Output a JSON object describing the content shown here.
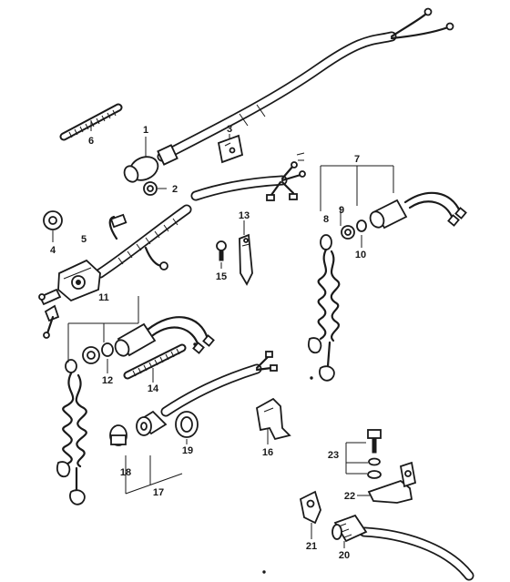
{
  "callouts": {
    "c1": "1",
    "c2": "2",
    "c3": "3",
    "c4": "4",
    "c5": "5",
    "c6": "6",
    "c7": "7",
    "c8": "8",
    "c9": "9",
    "c10": "10",
    "c11": "11",
    "c12": "12",
    "c13": "13",
    "c14": "14",
    "c15": "15",
    "c16": "16",
    "c17": "17",
    "c18": "18",
    "c19": "19",
    "c20": "20",
    "c21": "21",
    "c22": "22",
    "c23": "23"
  },
  "line_color": "#1a1a1a",
  "background": "#ffffff"
}
